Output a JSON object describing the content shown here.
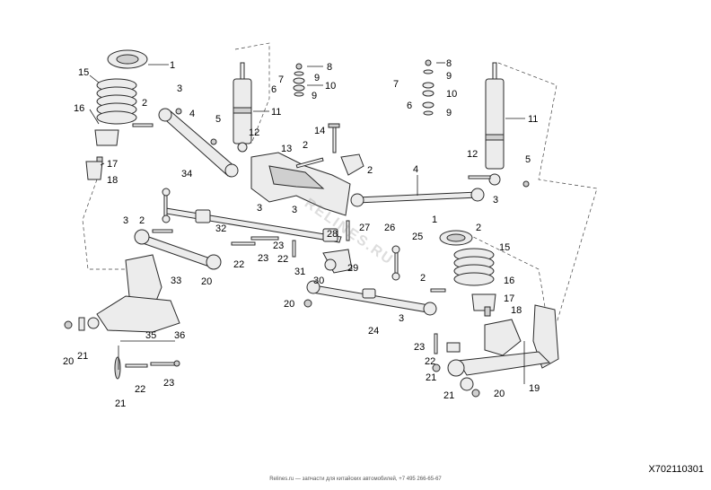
{
  "diagram": {
    "callouts": [
      "1",
      "2",
      "3",
      "4",
      "5",
      "6",
      "7",
      "8",
      "9",
      "10",
      "11",
      "12",
      "13",
      "14",
      "15",
      "16",
      "17",
      "18",
      "19",
      "20",
      "21",
      "22",
      "23",
      "24",
      "25",
      "26",
      "27",
      "28",
      "29",
      "30",
      "31",
      "32",
      "33",
      "34",
      "35",
      "36"
    ],
    "drawing_code": "X702110301",
    "footer_text": "Relines.ru — запчасти для китайских автомобилей, +7 495 266-65-67",
    "watermark": "RELINES.RU"
  }
}
